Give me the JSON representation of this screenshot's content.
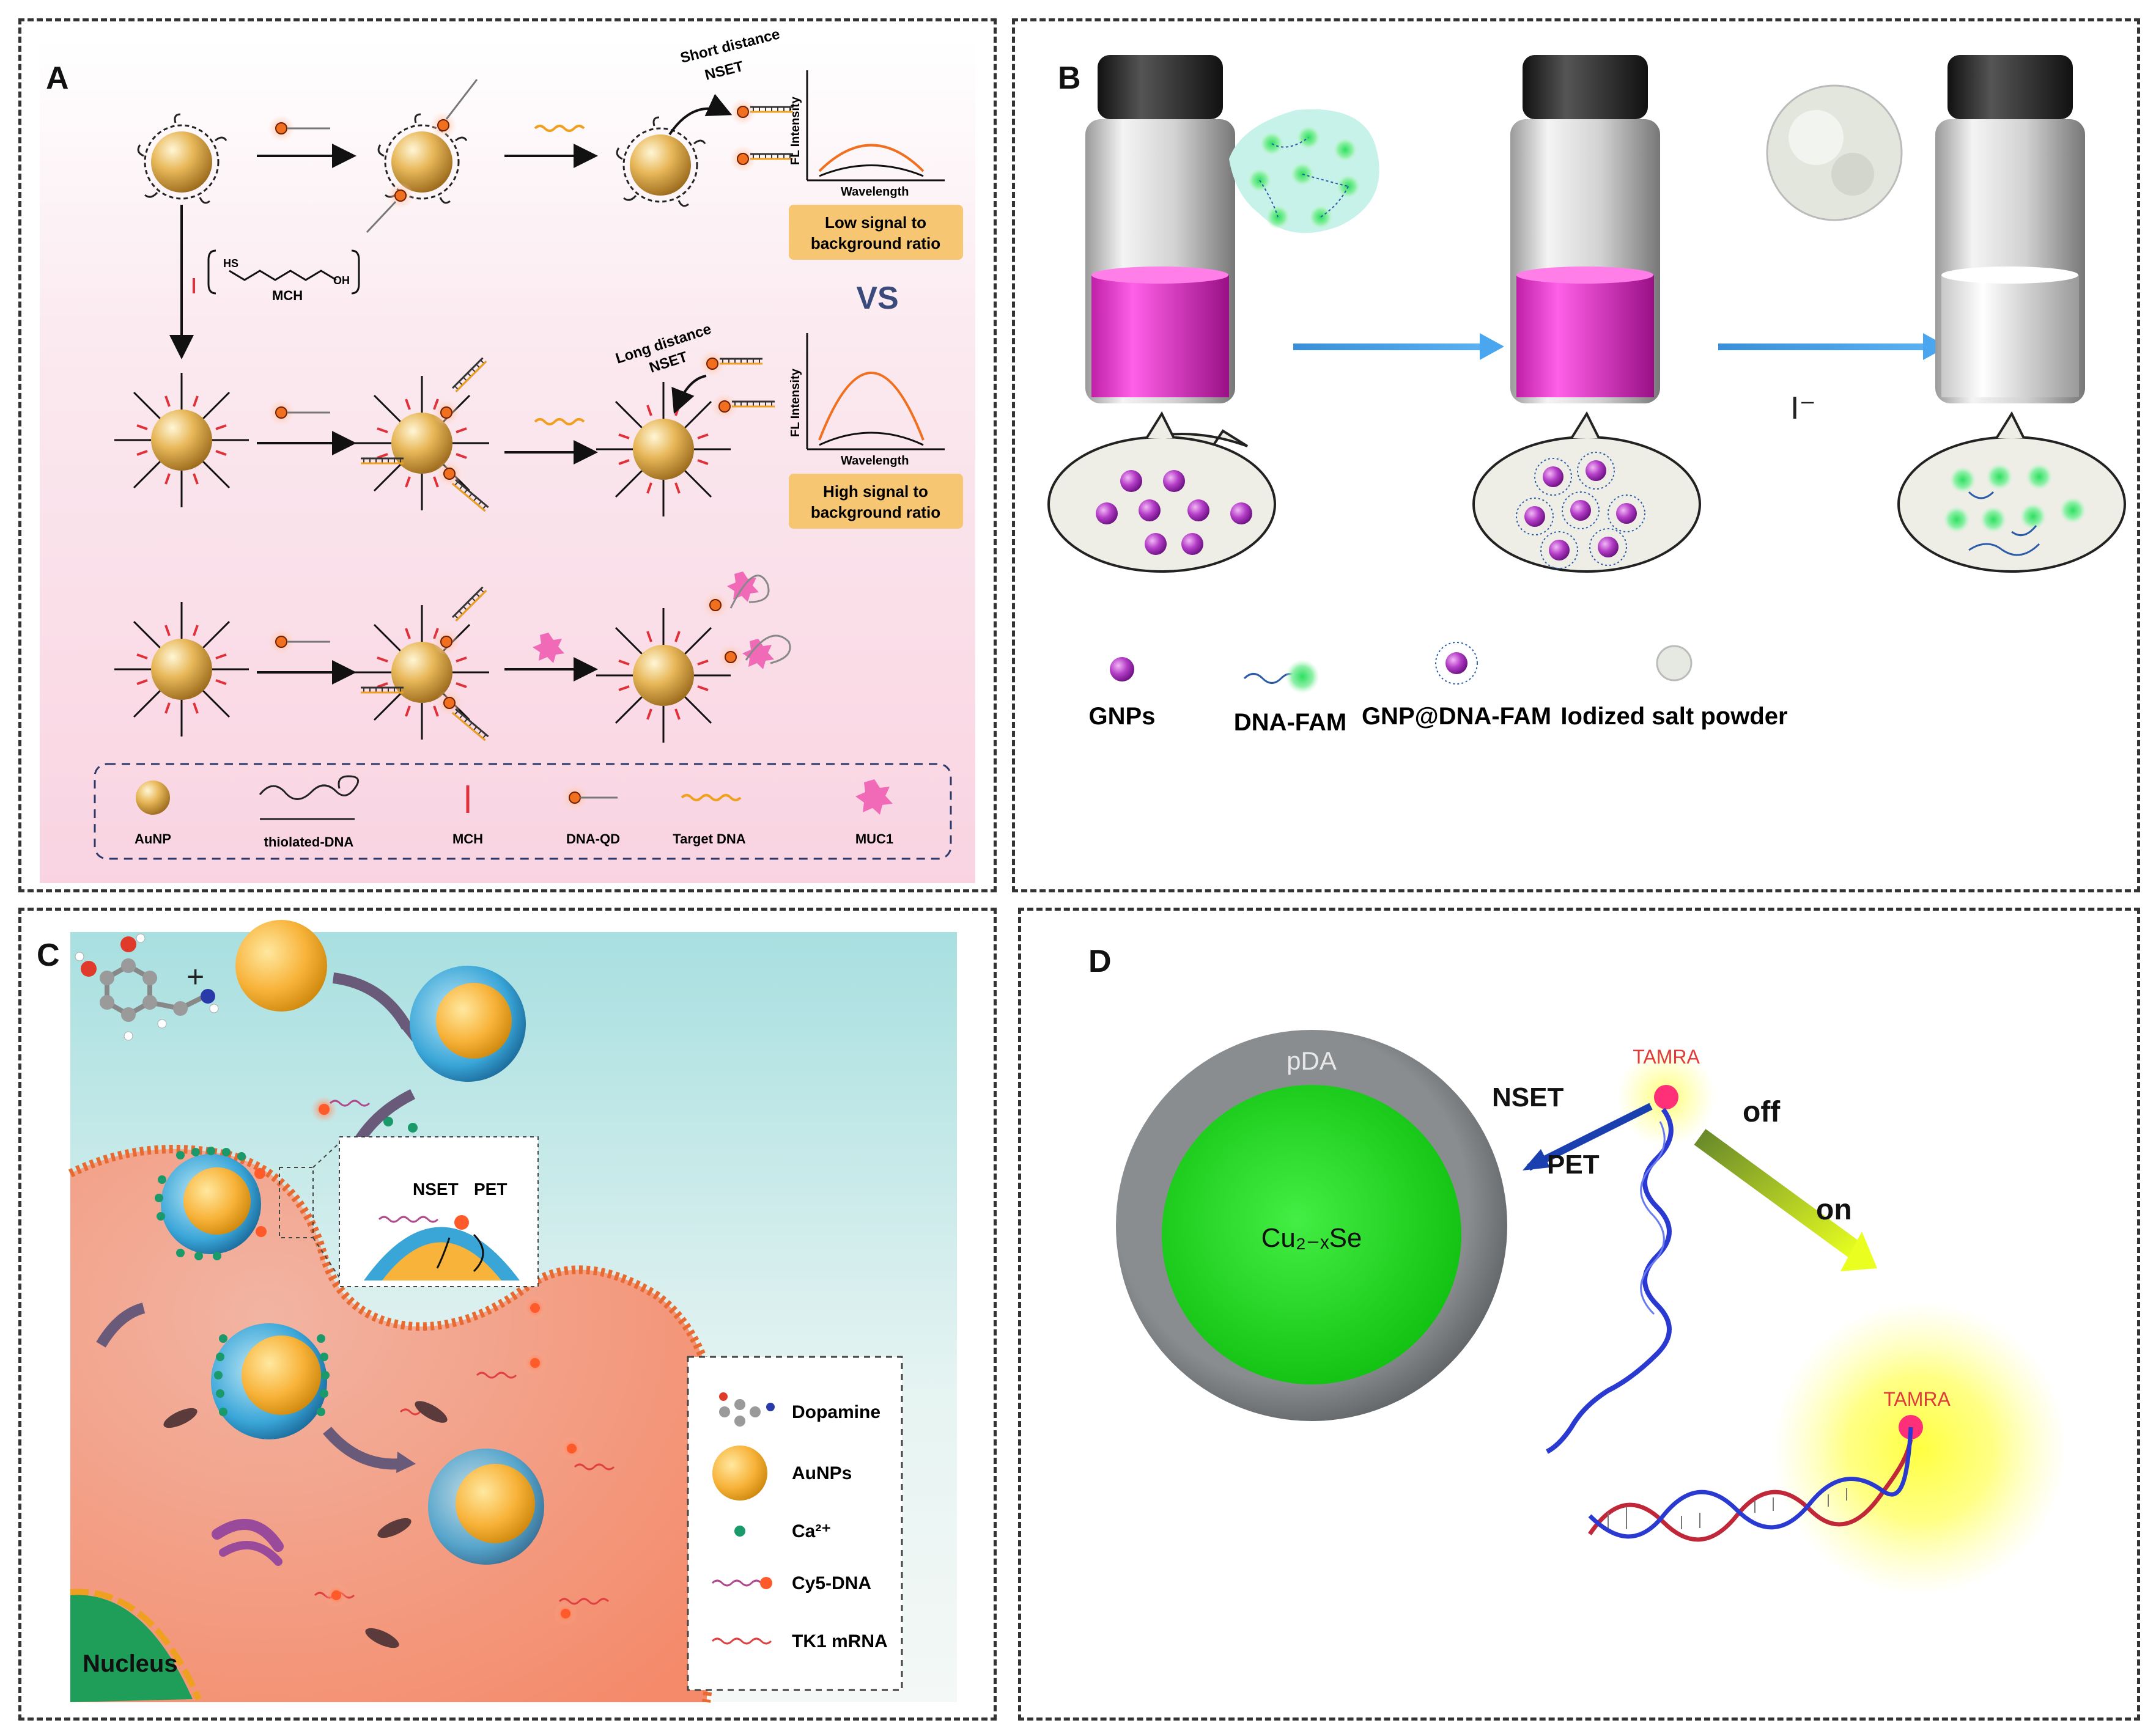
{
  "panels": {
    "a": {
      "letter": "A",
      "short_nset_1": "Short distance",
      "short_nset_2": "NSET",
      "long_nset_1": "Long distance",
      "long_nset_2": "NSET",
      "mch_label": "MCH",
      "hs": "HS",
      "oh": "OH",
      "axis_y": "FL Intensity",
      "axis_x": "Wavelength",
      "low_ratio_1": "Low signal to",
      "low_ratio_2": "background ratio",
      "vs": "VS",
      "high_ratio_1": "High signal to",
      "high_ratio_2": "background ratio",
      "legend": [
        "AuNP",
        "thiolated-DNA",
        "MCH",
        "DNA-QD",
        "Target DNA",
        "MUC1"
      ]
    },
    "b": {
      "letter": "B",
      "iodide": "I⁻",
      "legend": [
        "GNPs",
        "DNA-FAM",
        "GNP@DNA-FAM",
        "Iodized salt powder"
      ]
    },
    "c": {
      "letter": "C",
      "plus": "+",
      "nset": "NSET",
      "pet": "PET",
      "nucleus": "Nucleus",
      "legend": [
        "Dopamine",
        "AuNPs",
        "Ca²⁺",
        "Cy5-DNA",
        "TK1 mRNA"
      ]
    },
    "d": {
      "letter": "D",
      "pda": "pDA",
      "core": "Cu₂₋ₓSe",
      "tamra_top": "TAMRA",
      "tamra_bottom": "TAMRA",
      "nset": "NSET",
      "pet": "PET",
      "off": "off",
      "on": "on"
    }
  },
  "colors": {
    "gold": "#e8b85a",
    "magenta": "#e030c8",
    "green_core": "#22dd22",
    "shell_gray": "#6f7275",
    "arrow_blue": "#2f8fe0",
    "tamra_pink": "#ff2f78",
    "qd_orange": "#f07020",
    "pink_bg": "#fbe6ee"
  }
}
